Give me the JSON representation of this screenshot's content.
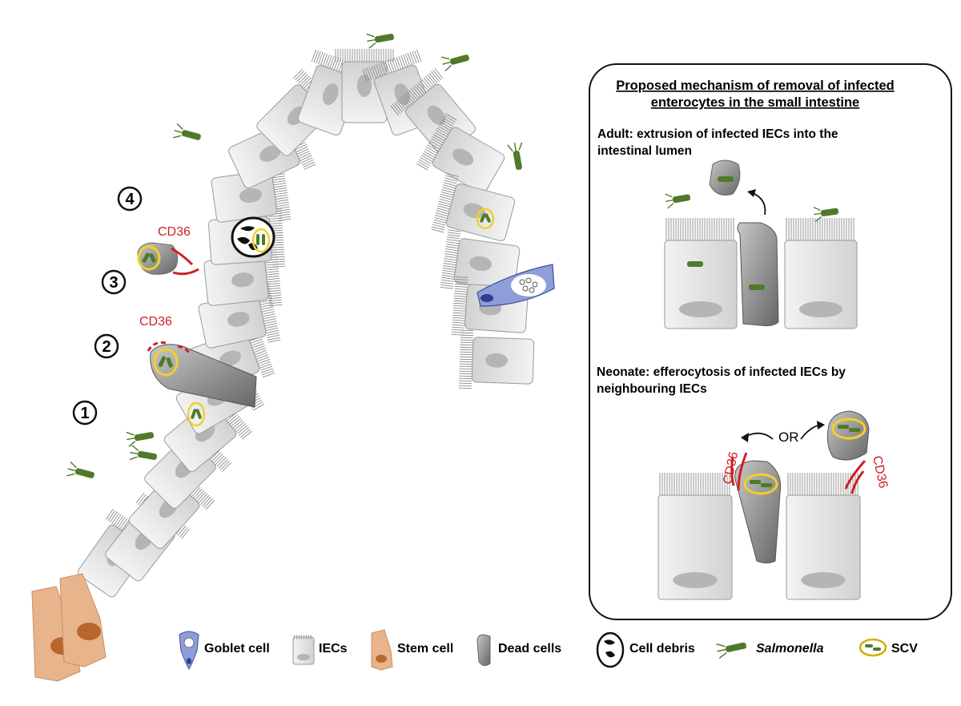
{
  "steps": [
    "1",
    "2",
    "3",
    "4"
  ],
  "cd36_labels": [
    "CD36",
    "CD36",
    "CD36",
    "CD36"
  ],
  "panel": {
    "title_line1": "Proposed mechanism of removal of infected",
    "title_line2": "enterocytes in the small intestine",
    "adult_line1": "Adult: extrusion of infected IECs into the",
    "adult_line2": "intestinal lumen",
    "neonate_line1": "Neonate: efferocytosis of infected IECs by",
    "neonate_line2": "neighbouring IECs",
    "or_label": "OR"
  },
  "legend": [
    {
      "label": "Goblet cell",
      "icon": "goblet-cell-icon"
    },
    {
      "label": "IECs",
      "icon": "iec-icon"
    },
    {
      "label": "Stem cell",
      "icon": "stem-cell-icon"
    },
    {
      "label": "Dead cells",
      "icon": "dead-cell-icon"
    },
    {
      "label": "Cell debris",
      "icon": "cell-debris-icon"
    },
    {
      "label": "Salmonella",
      "icon": "salmonella-icon"
    },
    {
      "label": "SCV",
      "icon": "scv-icon"
    }
  ],
  "colors": {
    "cell_fill": "#e4e4e4",
    "cell_stroke": "#9a9a9a",
    "nucleus": "#b5b5b5",
    "dead_cell": "#8c8c8c",
    "stem_cell": "#e8b48c",
    "stem_nucleus": "#b9662e",
    "goblet": "#8f9ed8",
    "salmonella": "#4f7a2a",
    "scv_ring": "#f2d02a",
    "cd36": "#d11e25"
  }
}
